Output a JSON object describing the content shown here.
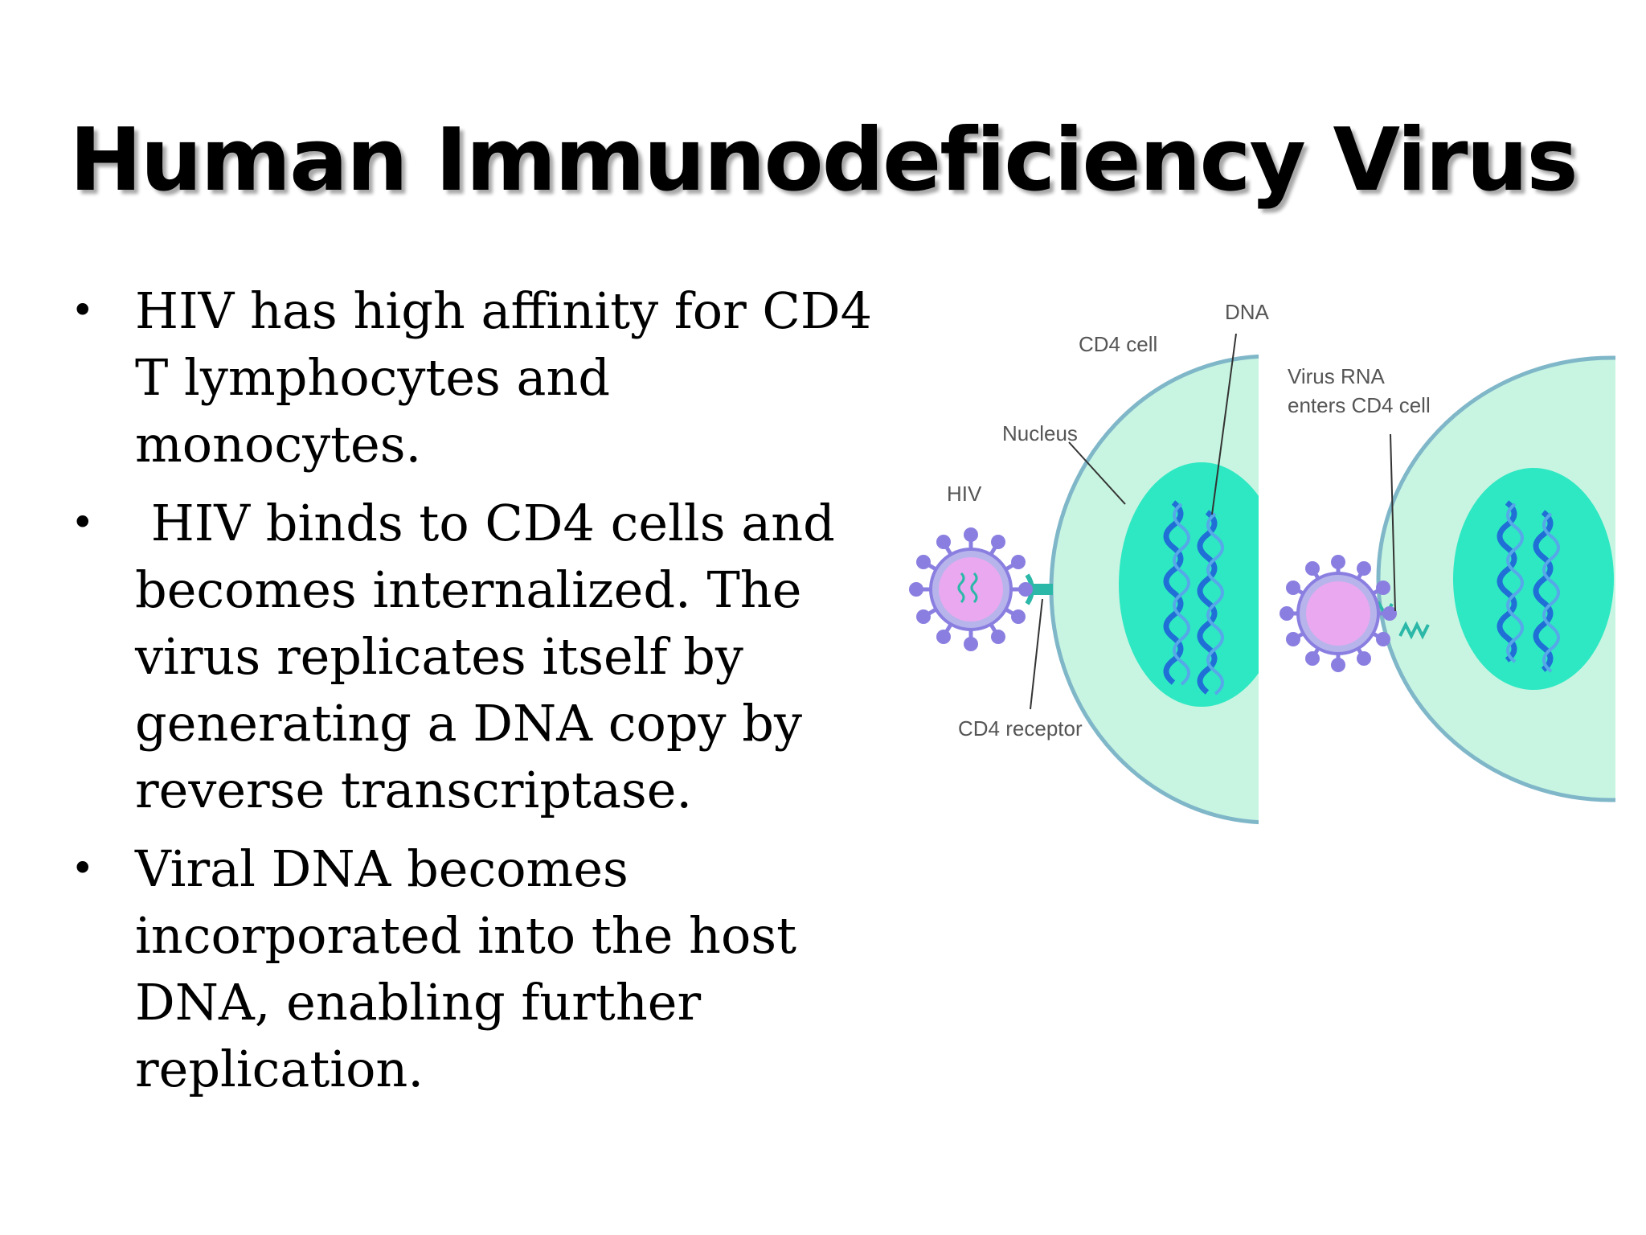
{
  "slide": {
    "title": "Human Immunodeficiency Virus",
    "bullets": [
      "HIV has high affinity for CD4 T lymphocytes and monocytes.",
      " HIV binds to CD4 cells and becomes internalized. The virus replicates itself by generating a DNA copy by reverse transcriptase.",
      "Viral DNA becomes incorporated into the host DNA, enabling further replication."
    ],
    "bullet_symbol": "•"
  },
  "diagram": {
    "labels": {
      "dna": "DNA",
      "cd4_cell": "CD4 cell",
      "nucleus": "Nucleus",
      "hiv": "HIV",
      "cd4_receptor": "CD4 receptor",
      "virus_rna_line1": "Virus RNA",
      "virus_rna_line2": "enters CD4 cell"
    },
    "colors": {
      "cell_fill": "#c8f5e1",
      "cell_border": "#7fb7c9",
      "nucleus_fill": "#2ee8c3",
      "dna_strand": "#1f6fd6",
      "virus_core": "#e9a8ef",
      "virus_spikes": "#8a7fe0",
      "receptor": "#2bb8a8",
      "label_text": "#555555"
    }
  }
}
